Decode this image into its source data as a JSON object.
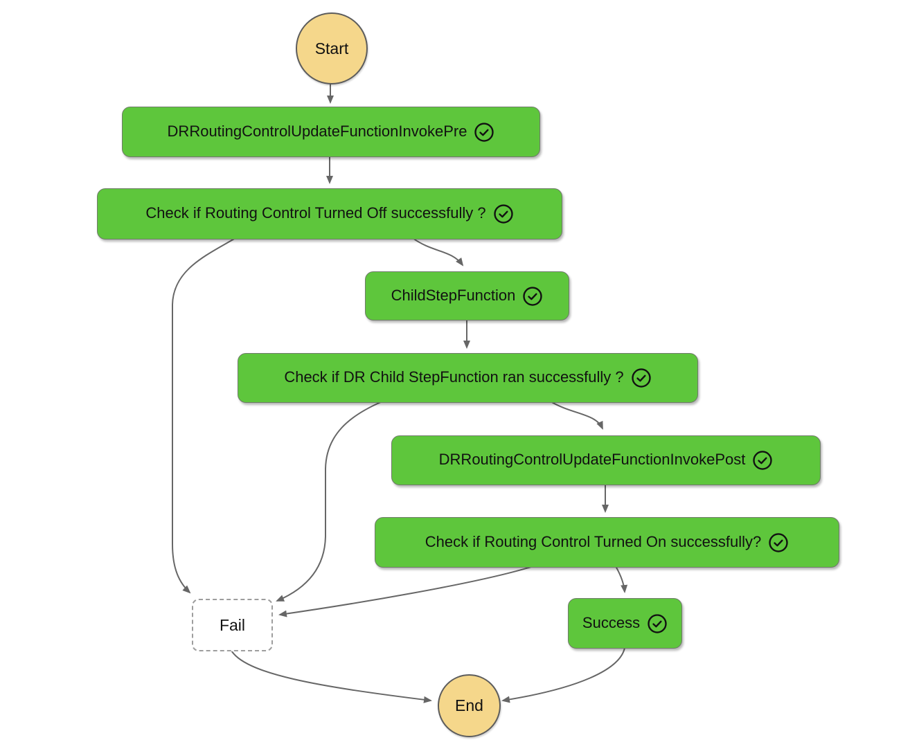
{
  "diagram": {
    "kind": "step-functions-state-machine-graph",
    "start": {
      "label": "Start"
    },
    "end": {
      "label": "End"
    },
    "states": [
      {
        "name": "DRRoutingControlUpdateFunctionInvokePre",
        "type": "task",
        "status": "succeeded"
      },
      {
        "name": "Check if Routing Control Turned Off successfully ?",
        "type": "choice",
        "status": "succeeded"
      },
      {
        "name": "ChildStepFunction",
        "type": "task",
        "status": "succeeded"
      },
      {
        "name": "Check if DR Child StepFunction ran successfully ?",
        "type": "choice",
        "status": "succeeded"
      },
      {
        "name": "DRRoutingControlUpdateFunctionInvokePost",
        "type": "task",
        "status": "succeeded"
      },
      {
        "name": "Check if Routing Control Turned On successfully?",
        "type": "choice",
        "status": "succeeded"
      },
      {
        "name": "Success",
        "type": "succeed",
        "status": "succeeded"
      },
      {
        "name": "Fail",
        "type": "fail",
        "status": "not-executed"
      }
    ],
    "edges": [
      {
        "from": "Start",
        "to": "DRRoutingControlUpdateFunctionInvokePre"
      },
      {
        "from": "DRRoutingControlUpdateFunctionInvokePre",
        "to": "Check if Routing Control Turned Off successfully ?"
      },
      {
        "from": "Check if Routing Control Turned Off successfully ?",
        "to": "ChildStepFunction"
      },
      {
        "from": "Check if Routing Control Turned Off successfully ?",
        "to": "Fail"
      },
      {
        "from": "ChildStepFunction",
        "to": "Check if DR Child StepFunction ran successfully ?"
      },
      {
        "from": "Check if DR Child StepFunction ran successfully ?",
        "to": "DRRoutingControlUpdateFunctionInvokePost"
      },
      {
        "from": "Check if DR Child StepFunction ran successfully ?",
        "to": "Fail"
      },
      {
        "from": "DRRoutingControlUpdateFunctionInvokePost",
        "to": "Check if Routing Control Turned On successfully?"
      },
      {
        "from": "Check if Routing Control Turned On successfully?",
        "to": "Success"
      },
      {
        "from": "Check if Routing Control Turned On successfully?",
        "to": "Fail"
      },
      {
        "from": "Fail",
        "to": "End"
      },
      {
        "from": "Success",
        "to": "End"
      }
    ],
    "icons": {
      "status_succeeded": "check-circle-icon"
    },
    "colors": {
      "succeeded_fill": "#5EC63C",
      "terminal_fill": "#F5D78B",
      "edge_color": "#666666",
      "text_color": "#111111",
      "fail_border": "#9d9d9d"
    }
  }
}
